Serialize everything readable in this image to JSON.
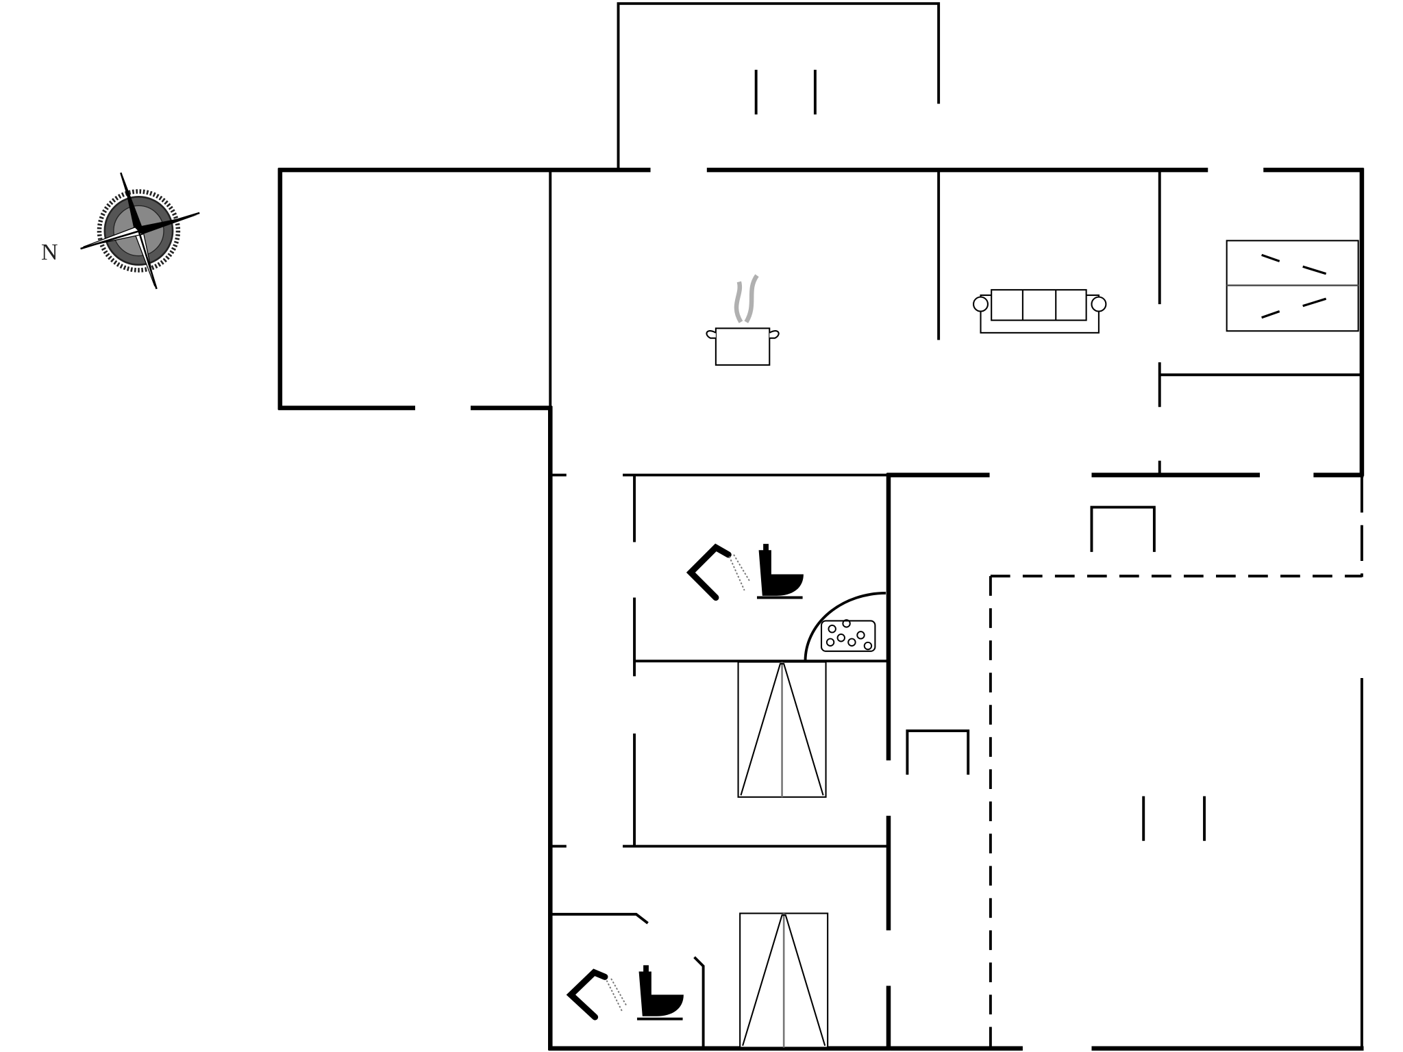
{
  "plan": {
    "type": "floor-plan",
    "compass": {
      "label": "N",
      "icon": "compass-rose-icon"
    },
    "rooms": [
      {
        "id": "terrace-top",
        "kind": "terrace"
      },
      {
        "id": "annex-left",
        "kind": "room"
      },
      {
        "id": "kitchen",
        "kind": "kitchen",
        "icon": "cooking-pot-icon"
      },
      {
        "id": "living-room",
        "kind": "living",
        "icon": "sofa-icon"
      },
      {
        "id": "bedroom-1",
        "kind": "bedroom",
        "icon": "double-bed-icon"
      },
      {
        "id": "bathroom-sauna",
        "kind": "bathroom",
        "icons": [
          "shower-icon",
          "toilet-icon",
          "sauna-stove-icon"
        ]
      },
      {
        "id": "bedroom-2",
        "kind": "bedroom",
        "icon": "double-bed-icon"
      },
      {
        "id": "bathroom-2",
        "kind": "bathroom",
        "icons": [
          "shower-icon",
          "toilet-icon"
        ]
      },
      {
        "id": "bedroom-3",
        "kind": "bedroom",
        "icon": "double-bed-icon"
      },
      {
        "id": "covered-terrace-right",
        "kind": "terrace"
      }
    ],
    "colors": {
      "wall": "#000000",
      "background": "#ffffff",
      "steam": "#b0b0b0"
    }
  }
}
